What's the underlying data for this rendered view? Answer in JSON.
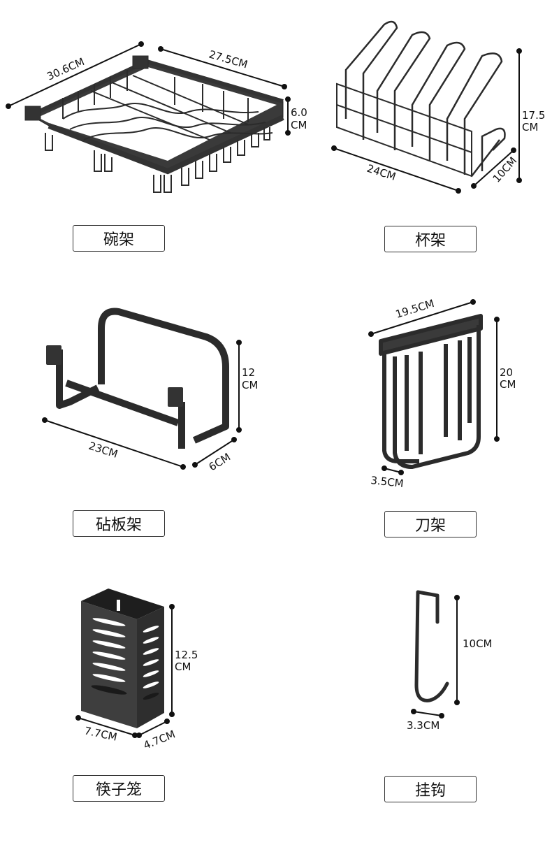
{
  "products": [
    {
      "id": "bowl-rack",
      "label": "碗架",
      "dims": {
        "width": "30.6CM",
        "depth": "27.5CM",
        "height_line1": "6.0",
        "height_line2": "CM"
      }
    },
    {
      "id": "cup-rack",
      "label": "杯架",
      "dims": {
        "width": "24CM",
        "depth": "10CM",
        "height_line1": "17.5",
        "height_line2": "CM"
      }
    },
    {
      "id": "cutting-board-rack",
      "label": "砧板架",
      "dims": {
        "width": "23CM",
        "depth": "6CM",
        "height_line1": "12",
        "height_line2": "CM"
      }
    },
    {
      "id": "knife-rack",
      "label": "刀架",
      "dims": {
        "width": "19.5CM",
        "depth": "3.5CM",
        "height_line1": "20",
        "height_line2": "CM"
      }
    },
    {
      "id": "chopstick-holder",
      "label": "筷子笼",
      "dims": {
        "width": "7.7CM",
        "depth": "4.7CM",
        "height_line1": "12.5",
        "height_line2": "CM"
      }
    },
    {
      "id": "hook",
      "label": "挂钩",
      "dims": {
        "height": "10CM",
        "width": "3.3CM"
      }
    }
  ],
  "colors": {
    "metal": "#2b2b2b",
    "metal_light": "#555555",
    "line": "#111111",
    "border": "#333333"
  }
}
